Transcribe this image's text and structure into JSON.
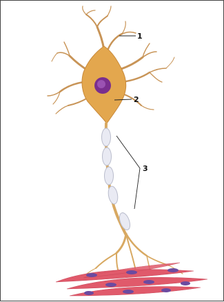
{
  "labels": [
    {
      "id": "1",
      "text": "1"
    },
    {
      "id": "2",
      "text": "2"
    },
    {
      "id": "3",
      "text": "3"
    }
  ],
  "colors": {
    "cell_body": "#e3a74e",
    "cell_body_stroke": "#c8893a",
    "dendrite": "#c89457",
    "nucleus": "#7a2e8e",
    "nucleus_highlight": "#b06bc9",
    "myelin": "#e9eaf3",
    "myelin_shadow": "#b9bccc",
    "axon": "#d8a962",
    "muscle_fiber": "#e05a6b",
    "muscle_nucleus": "#6b4aa0",
    "leader_line": "#222222",
    "frame": "#444444"
  }
}
